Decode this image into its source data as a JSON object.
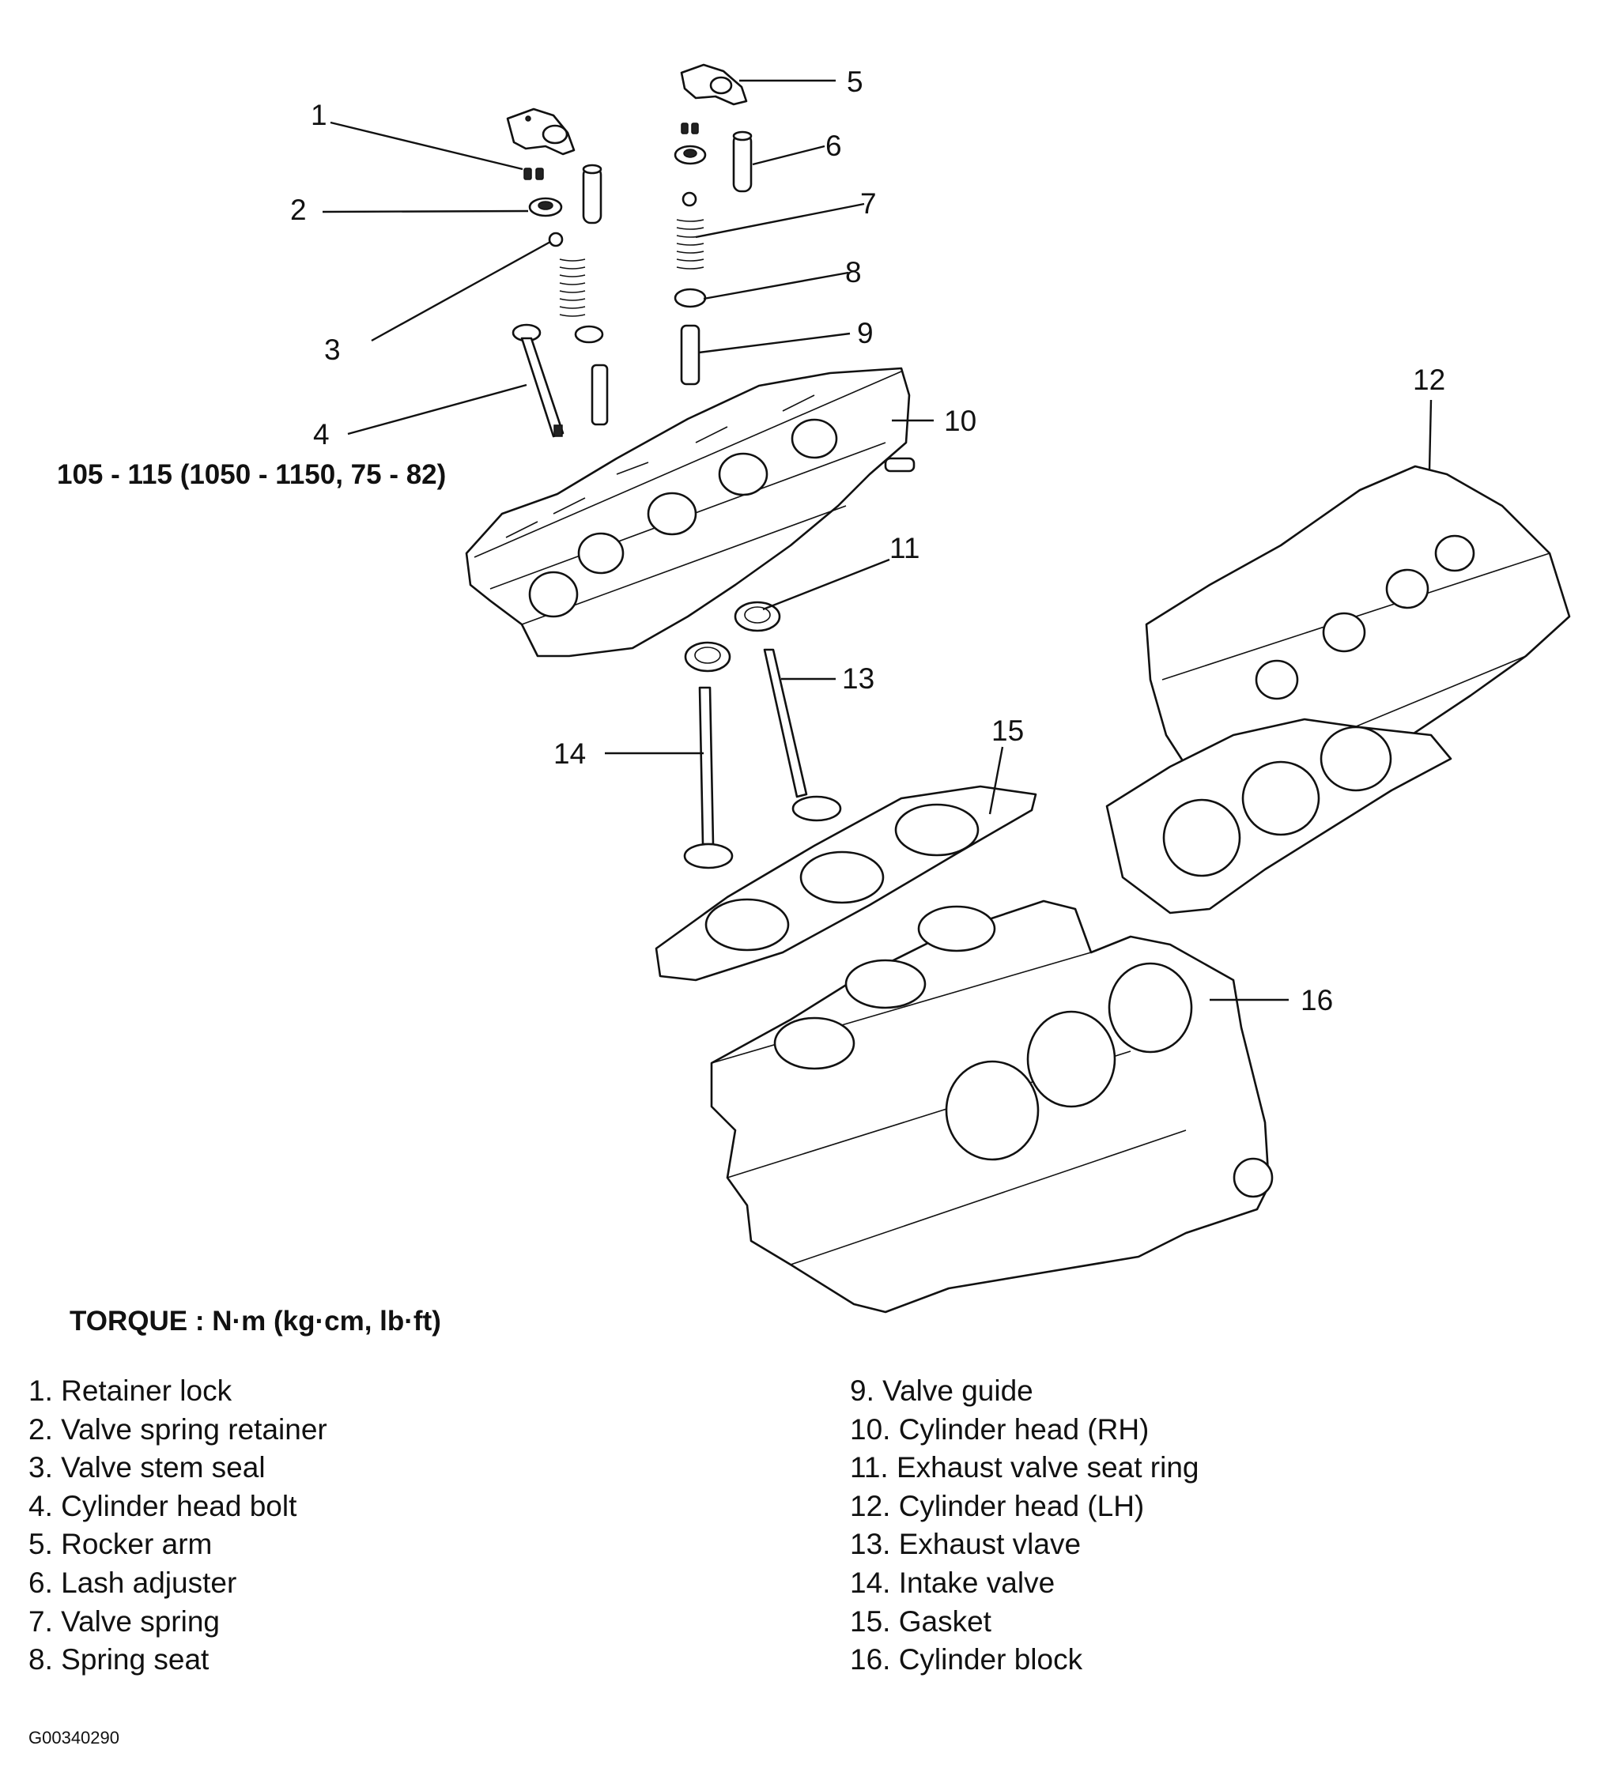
{
  "torque_spec": "105 - 115 (1050 - 1150, 75 - 82)",
  "torque_heading": "TORQUE : N·m (kg·cm, lb·ft)",
  "callouts": [
    "1",
    "2",
    "3",
    "4",
    "5",
    "6",
    "7",
    "8",
    "9",
    "10",
    "11",
    "12",
    "13",
    "14",
    "15",
    "16"
  ],
  "legend_left": [
    "1. Retainer lock",
    "2. Valve spring retainer",
    "3. Valve stem seal",
    "4. Cylinder head bolt",
    "5. Rocker arm",
    "6. Lash adjuster",
    "7. Valve spring",
    "8. Spring seat"
  ],
  "legend_right": [
    "9. Valve guide",
    "10. Cylinder head (RH)",
    "11. Exhaust valve seat ring",
    "12. Cylinder head (LH)",
    "13. Exhaust vlave",
    "14. Intake valve",
    "15. Gasket",
    "16. Cylinder block"
  ],
  "image_code": "G00340290"
}
